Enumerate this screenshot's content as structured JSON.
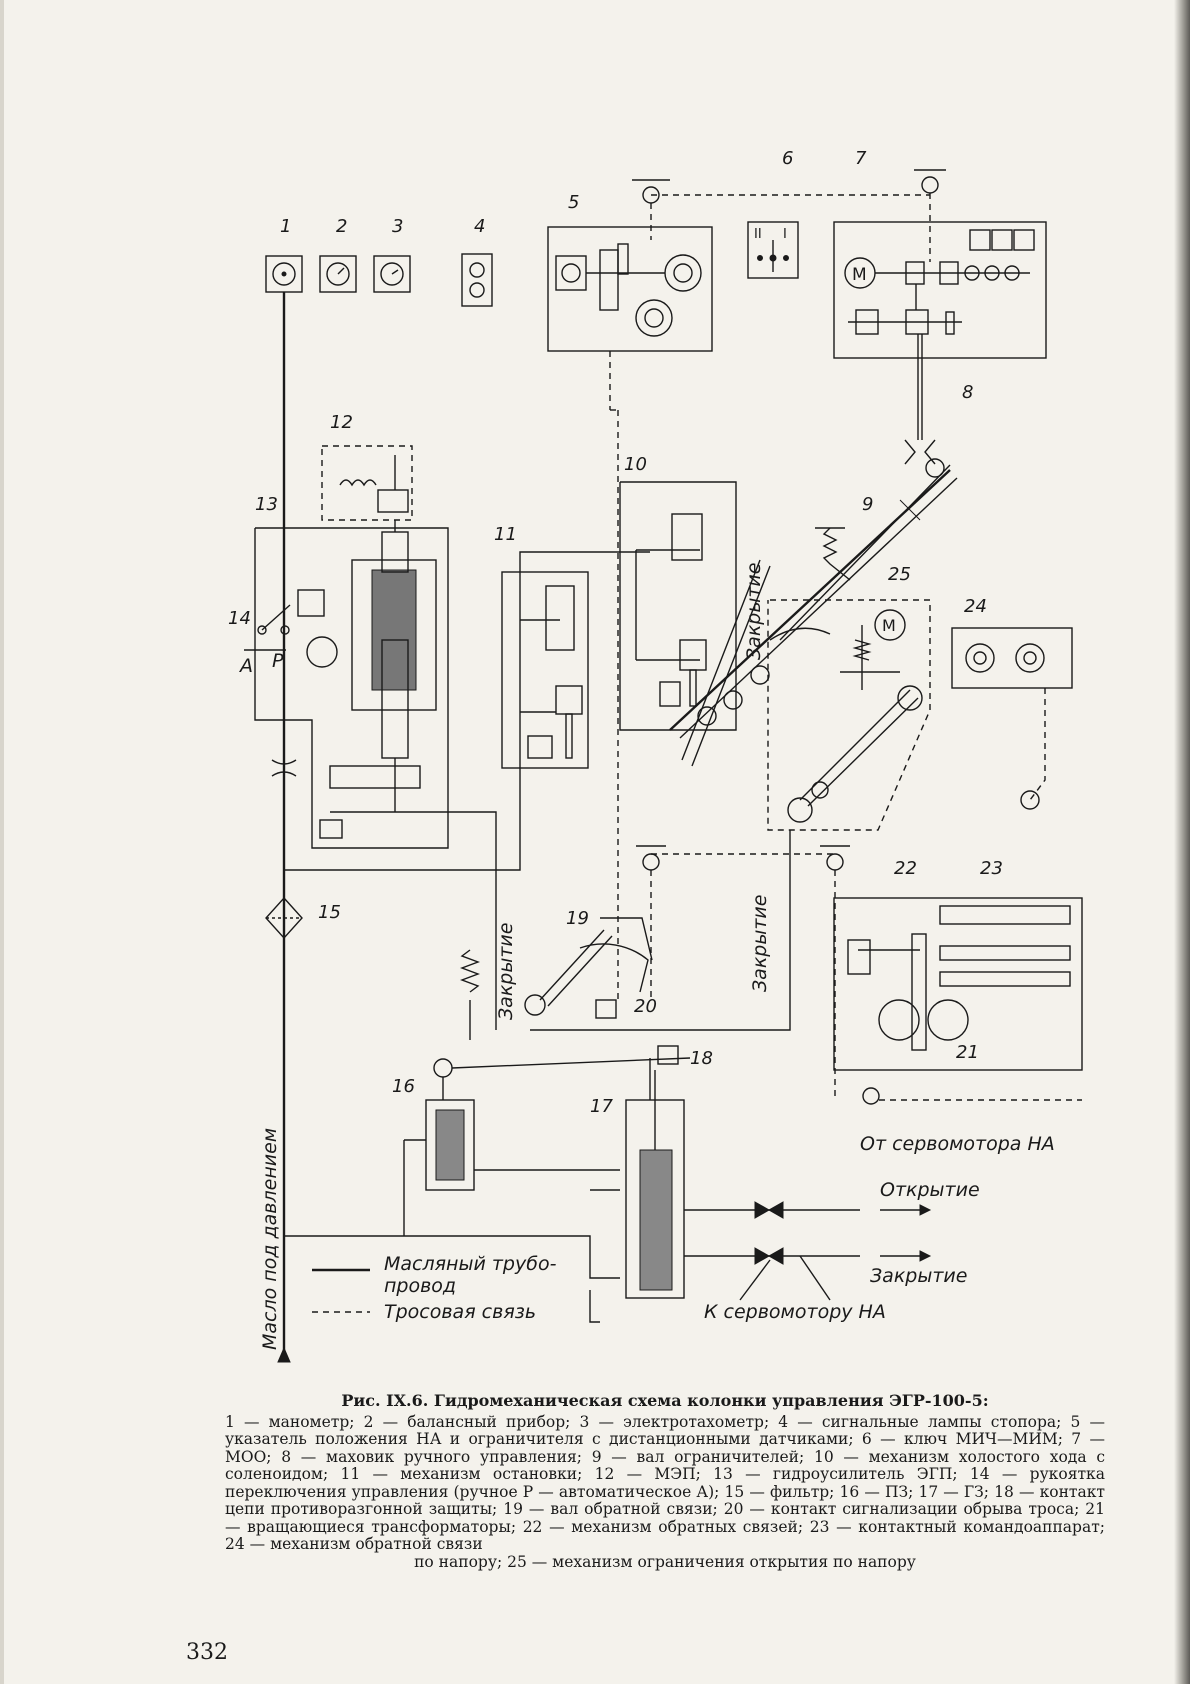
{
  "diagram": {
    "labels": [
      "1",
      "2",
      "3",
      "4",
      "5",
      "6",
      "7",
      "8",
      "9",
      "10",
      "11",
      "12",
      "13",
      "14",
      "15",
      "16",
      "17",
      "18",
      "19",
      "20",
      "21",
      "22",
      "23",
      "24",
      "25"
    ],
    "letter_a": "A",
    "letter_p": "P",
    "gauge_switch_i": "I",
    "gauge_switch_ii": "II",
    "motor_m": "M",
    "closing_vertical": "Закрытие",
    "from_servomotor": "От сервомотора НА",
    "opening": "Открытие",
    "closing": "Закрытие",
    "to_servomotor": "К сервомотору НА",
    "oil_under_pressure": "Масло под давлением",
    "legend": {
      "oil_pipe_line1": "Масляный трубо-",
      "oil_pipe_line2": "провод",
      "cable_link": "Тросовая связь"
    }
  },
  "caption": {
    "title": "Рис. IX.6. Гидромеханическая схема колонки управления ЭГР-100-5:",
    "body": "1 — манометр; 2 — балансный прибор; 3 — электротахометр; 4 — сигнальные лампы стопора; 5 — указатель положения НА и ограничителя с дистанционными датчиками; 6 — ключ МИЧ—МИМ; 7 — МОО; 8 — маховик ручного управления; 9 — вал ограничителей; 10 — механизм холостого хода с соленоидом; 11 — механизм остановки; 12 — МЭП; 13 — гидроусилитель ЭГП; 14 — рукоятка переключения управления (ручное Р — автоматическое А); 15 — фильтр; 16 — ПЗ; 17 — ГЗ; 18 — контакт цепи противоразгонной защиты; 19 — вал обратной связи; 20 — контакт сигнализации обрыва троса; 21 — вращающиеся трансформаторы; 22 — механизм обратных связей; 23 — контактный командоаппарат; 24 — механизм обратной связи",
    "last_line": "по напору; 25 — механизм ограничения открытия по напору"
  },
  "page_number": "332"
}
